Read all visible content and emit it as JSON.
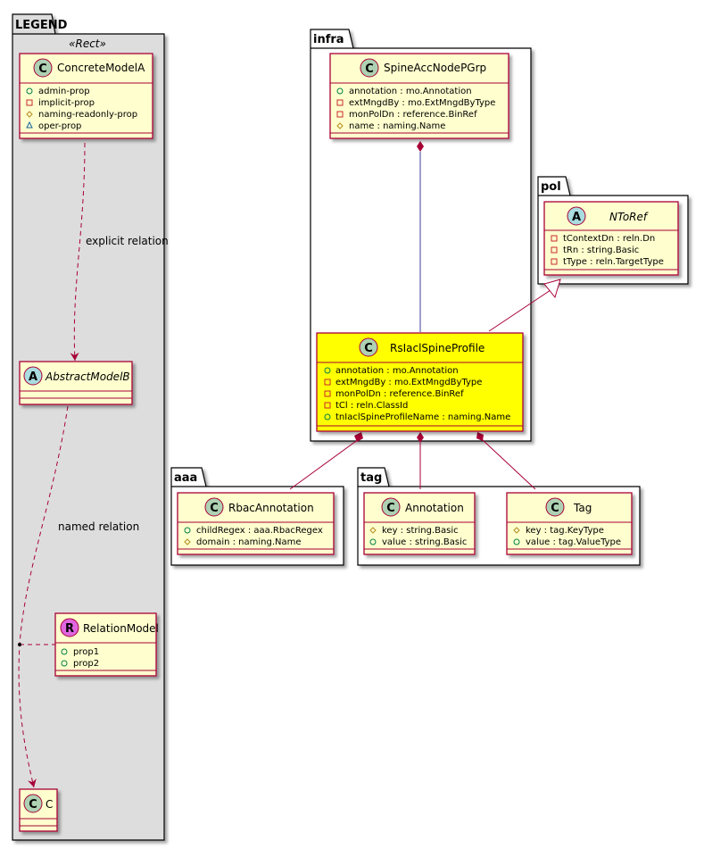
{
  "packages": {
    "legend": {
      "name": "LEGEND",
      "stereotype": "«Rect»"
    },
    "infra": {
      "name": "infra"
    },
    "pol": {
      "name": "pol"
    },
    "aaa": {
      "name": "aaa"
    },
    "tag": {
      "name": "tag"
    }
  },
  "classes": {
    "concrete_model_a": {
      "kind": "C",
      "name": "ConcreteModelA",
      "attributes": [
        "admin-prop",
        "implicit-prop",
        "naming-readonly-prop",
        "oper-prop"
      ],
      "visibility": [
        "public",
        "private",
        "protected",
        "package"
      ]
    },
    "abstract_model_b": {
      "kind": "A",
      "name": "AbstractModelB",
      "attributes": []
    },
    "relation_model": {
      "kind": "R",
      "name": "RelationModel",
      "attributes": [
        "prop1",
        "prop2"
      ],
      "visibility": [
        "public",
        "public"
      ]
    },
    "c": {
      "kind": "C",
      "name": "C",
      "attributes": []
    },
    "spine_acc_node_p_grp": {
      "kind": "C",
      "name": "SpineAccNodePGrp",
      "attributes": [
        "annotation : mo.Annotation",
        "extMngdBy : mo.ExtMngdByType",
        "monPolDn : reference.BinRef",
        "name : naming.Name"
      ],
      "visibility": [
        "public",
        "private",
        "private",
        "protected"
      ]
    },
    "n_to_ref": {
      "kind": "A",
      "name": "NToRef",
      "attributes": [
        "tContextDn : reln.Dn",
        "tRn : string.Basic",
        "tType : reln.TargetType"
      ],
      "visibility": [
        "private",
        "private",
        "private"
      ]
    },
    "rs_iacl_spine_profile": {
      "kind": "C",
      "name": "RsIaclSpineProfile",
      "attributes": [
        "annotation : mo.Annotation",
        "extMngdBy : mo.ExtMngdByType",
        "monPolDn : reference.BinRef",
        "tCl : reln.ClassId",
        "tnIaclSpineProfileName : naming.Name"
      ],
      "visibility": [
        "public",
        "private",
        "private",
        "private",
        "public"
      ]
    },
    "rbac_annotation": {
      "kind": "C",
      "name": "RbacAnnotation",
      "attributes": [
        "childRegex : aaa.RbacRegex",
        "domain : naming.Name"
      ],
      "visibility": [
        "public",
        "protected"
      ]
    },
    "annotation": {
      "kind": "C",
      "name": "Annotation",
      "attributes": [
        "key : string.Basic",
        "value : string.Basic"
      ],
      "visibility": [
        "protected",
        "public"
      ]
    },
    "tag": {
      "kind": "C",
      "name": "Tag",
      "attributes": [
        "key : tag.KeyType",
        "value : tag.ValueType"
      ],
      "visibility": [
        "protected",
        "public"
      ]
    }
  },
  "relations": {
    "explicit": "explicit relation",
    "named": "named relation"
  },
  "colors": {
    "class_fill": "#fefece",
    "class_border": "#a80036",
    "highlight_fill": "#ffff00",
    "legend_fill": "#dddddd",
    "class_circle": "#add1b2",
    "abstract_circle": "#a9dcdf",
    "relation_circle": "#e066e0",
    "edge": "#a80036",
    "infra_edge": "#3c3c9c"
  }
}
